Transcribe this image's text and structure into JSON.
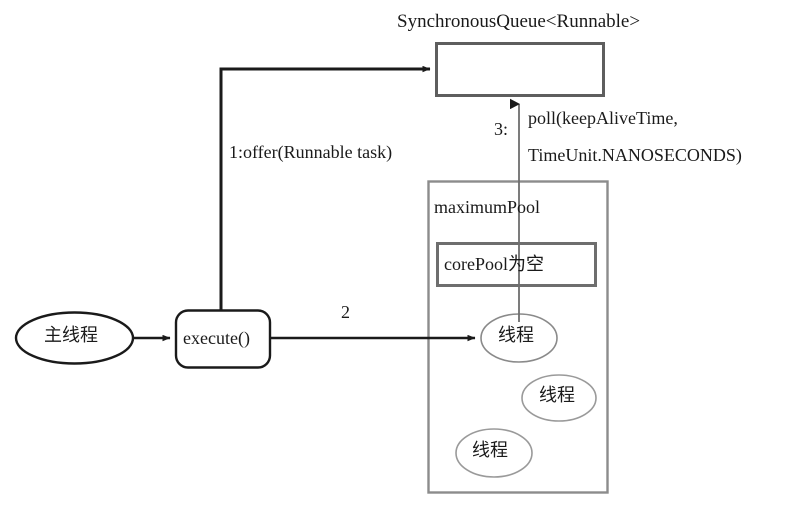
{
  "diagram": {
    "title": "SynchronousQueue<Runnable>",
    "queue": {
      "name": "SynchronousQueue<Runnable>",
      "box_label": ""
    },
    "actors": {
      "main_thread": "主线程",
      "execute": "execute()"
    },
    "pool": {
      "maximum_pool_label": "maximumPool",
      "core_pool_label": "corePool为空",
      "threads": [
        {
          "label": "线程"
        },
        {
          "label": "线程"
        },
        {
          "label": "线程"
        }
      ]
    },
    "flows": {
      "offer": "1:offer(Runnable task)",
      "step2": "2",
      "poll_index": "3:",
      "poll_line_1": "poll(keepAliveTime,",
      "poll_line_2": "TimeUnit.NANOSECONDS)"
    },
    "colors": {
      "stroke_dark": "#1a1a1a",
      "stroke_gray": "#6e6e6e",
      "stroke_light": "#9a9a9a",
      "background": "#ffffff",
      "text": "#1a1a1a"
    }
  }
}
